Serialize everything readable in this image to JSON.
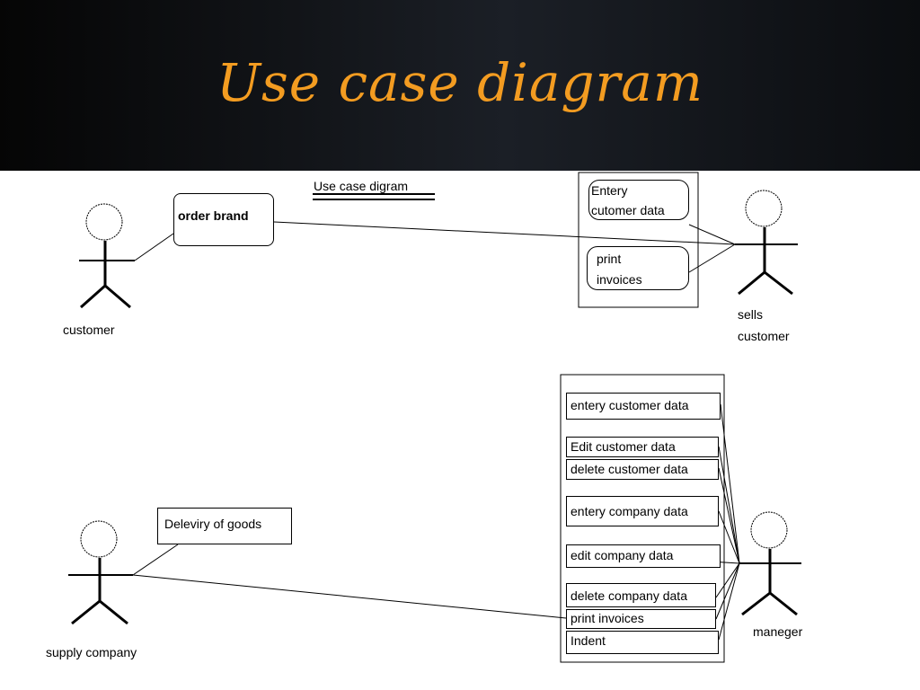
{
  "slide": {
    "title": "Use case diagram"
  },
  "diagram": {
    "heading": "Use case digram",
    "actors": {
      "customer": "customer",
      "sells_customer_line1": "sells",
      "sells_customer_line2": "customer",
      "supply_company": "supply company",
      "manager": "maneger"
    },
    "use_cases": {
      "order_brand": "order brand",
      "entry_customer_line1": "Entery",
      "entry_customer_line2": "cutomer data",
      "print_invoices_line1": "print",
      "print_invoices_line2": "invoices",
      "delivery_of_goods": "Deleviry of goods",
      "manager_list": [
        "entery customer data",
        "Edit customer data",
        "delete customer data",
        "entery company data",
        "edit company data",
        "delete company data",
        "print invoices",
        "Indent"
      ]
    }
  }
}
